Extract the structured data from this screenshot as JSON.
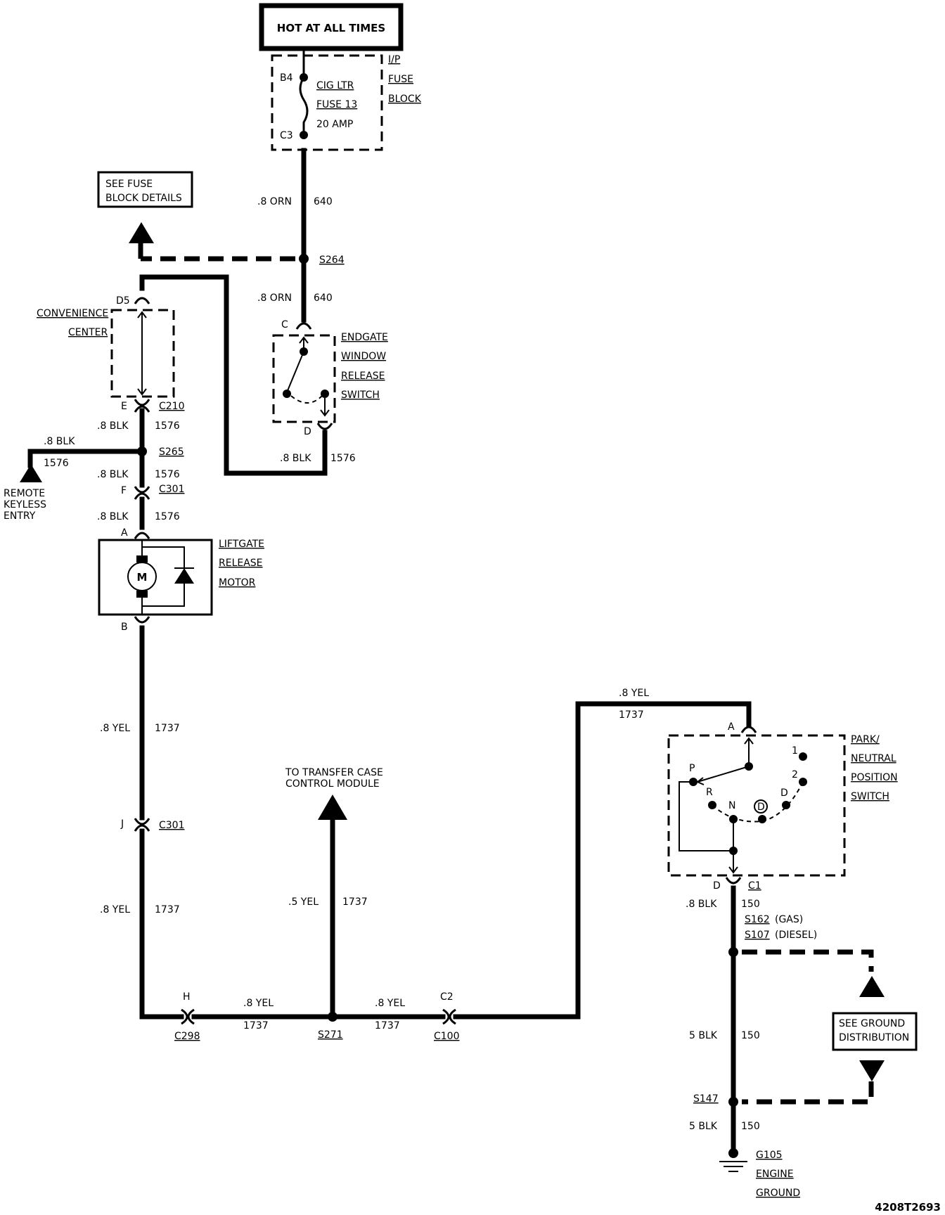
{
  "power": {
    "title": "HOT AT ALL TIMES"
  },
  "fuse_block": {
    "name": [
      "I/P",
      "FUSE",
      "BLOCK"
    ],
    "fuse": [
      "CIG LTR",
      "FUSE 13",
      "20 AMP"
    ],
    "pin_in": "B4",
    "pin_out": "C3"
  },
  "fuse_details": {
    "label": [
      "SEE FUSE",
      "BLOCK DETAILS"
    ]
  },
  "wires": {
    "w1": {
      "gauge": ".8 ORN",
      "circuit": "640"
    },
    "w2": {
      "gauge": ".8 ORN",
      "circuit": "640"
    },
    "w3": {
      "gauge": ".8 BLK",
      "circuit": "1576"
    },
    "w4": {
      "gauge": ".8 BLK",
      "circuit": "1576"
    },
    "w5": {
      "gauge": ".8 BLK",
      "circuit": "1576"
    },
    "w6": {
      "gauge": ".8 BLK",
      "circuit": "1576"
    },
    "w7": {
      "gauge": ".8 BLK",
      "circuit": "1576"
    },
    "w8": {
      "gauge": ".8 YEL",
      "circuit": "1737"
    },
    "w9": {
      "gauge": ".8 YEL",
      "circuit": "1737"
    },
    "w10": {
      "gauge": ".8 YEL",
      "circuit": "1737"
    },
    "w11": {
      "gauge": ".8 YEL",
      "circuit": "1737"
    },
    "w12": {
      "gauge": ".5 YEL",
      "circuit": "1737"
    },
    "w13": {
      "gauge": ".8 YEL",
      "circuit": "1737"
    },
    "w14": {
      "gauge": ".8 BLK",
      "circuit": "150"
    },
    "w15": {
      "gauge": "5 BLK",
      "circuit": "150"
    },
    "w16": {
      "gauge": "5 BLK",
      "circuit": "150"
    }
  },
  "splices": {
    "s264": "S264",
    "s265": "S265",
    "s271": "S271",
    "s162": "S162",
    "s162_note": "(GAS)",
    "s107": "S107",
    "s107_note": "(DIESEL)",
    "s147": "S147"
  },
  "connectors": {
    "d5": "D5",
    "e": "E",
    "c210": "C210",
    "f": "F",
    "c301a": "C301",
    "a": "A",
    "b": "B",
    "j": "J",
    "c301b": "C301",
    "h": "H",
    "c298": "C298",
    "c2": "C2",
    "c100": "C100",
    "sw_c": "C",
    "sw_d": "D",
    "pn_a": "A",
    "pn_d": "D",
    "c1": "C1"
  },
  "convenience_center": {
    "name": [
      "CONVENIENCE",
      "CENTER"
    ]
  },
  "endgate_switch": {
    "name": [
      "ENDGATE",
      "WINDOW",
      "RELEASE",
      "SWITCH"
    ]
  },
  "remote_keyless": {
    "name": [
      "REMOTE",
      "KEYLESS",
      "ENTRY"
    ]
  },
  "motor": {
    "name": [
      "LIFTGATE",
      "RELEASE",
      "MOTOR"
    ],
    "symbol": "M"
  },
  "transfer_case": {
    "label": [
      "TO TRANSFER CASE",
      "CONTROL MODULE"
    ]
  },
  "pn_switch": {
    "name": [
      "PARK/",
      "NEUTRAL",
      "POSITION",
      "SWITCH"
    ],
    "positions": [
      "P",
      "R",
      "N",
      "D",
      "D",
      "2",
      "1"
    ]
  },
  "ground_dist": {
    "label": [
      "SEE GROUND",
      "DISTRIBUTION"
    ]
  },
  "ground": {
    "name": [
      "G105",
      "ENGINE",
      "GROUND"
    ]
  },
  "figure_id": "4208T2693"
}
